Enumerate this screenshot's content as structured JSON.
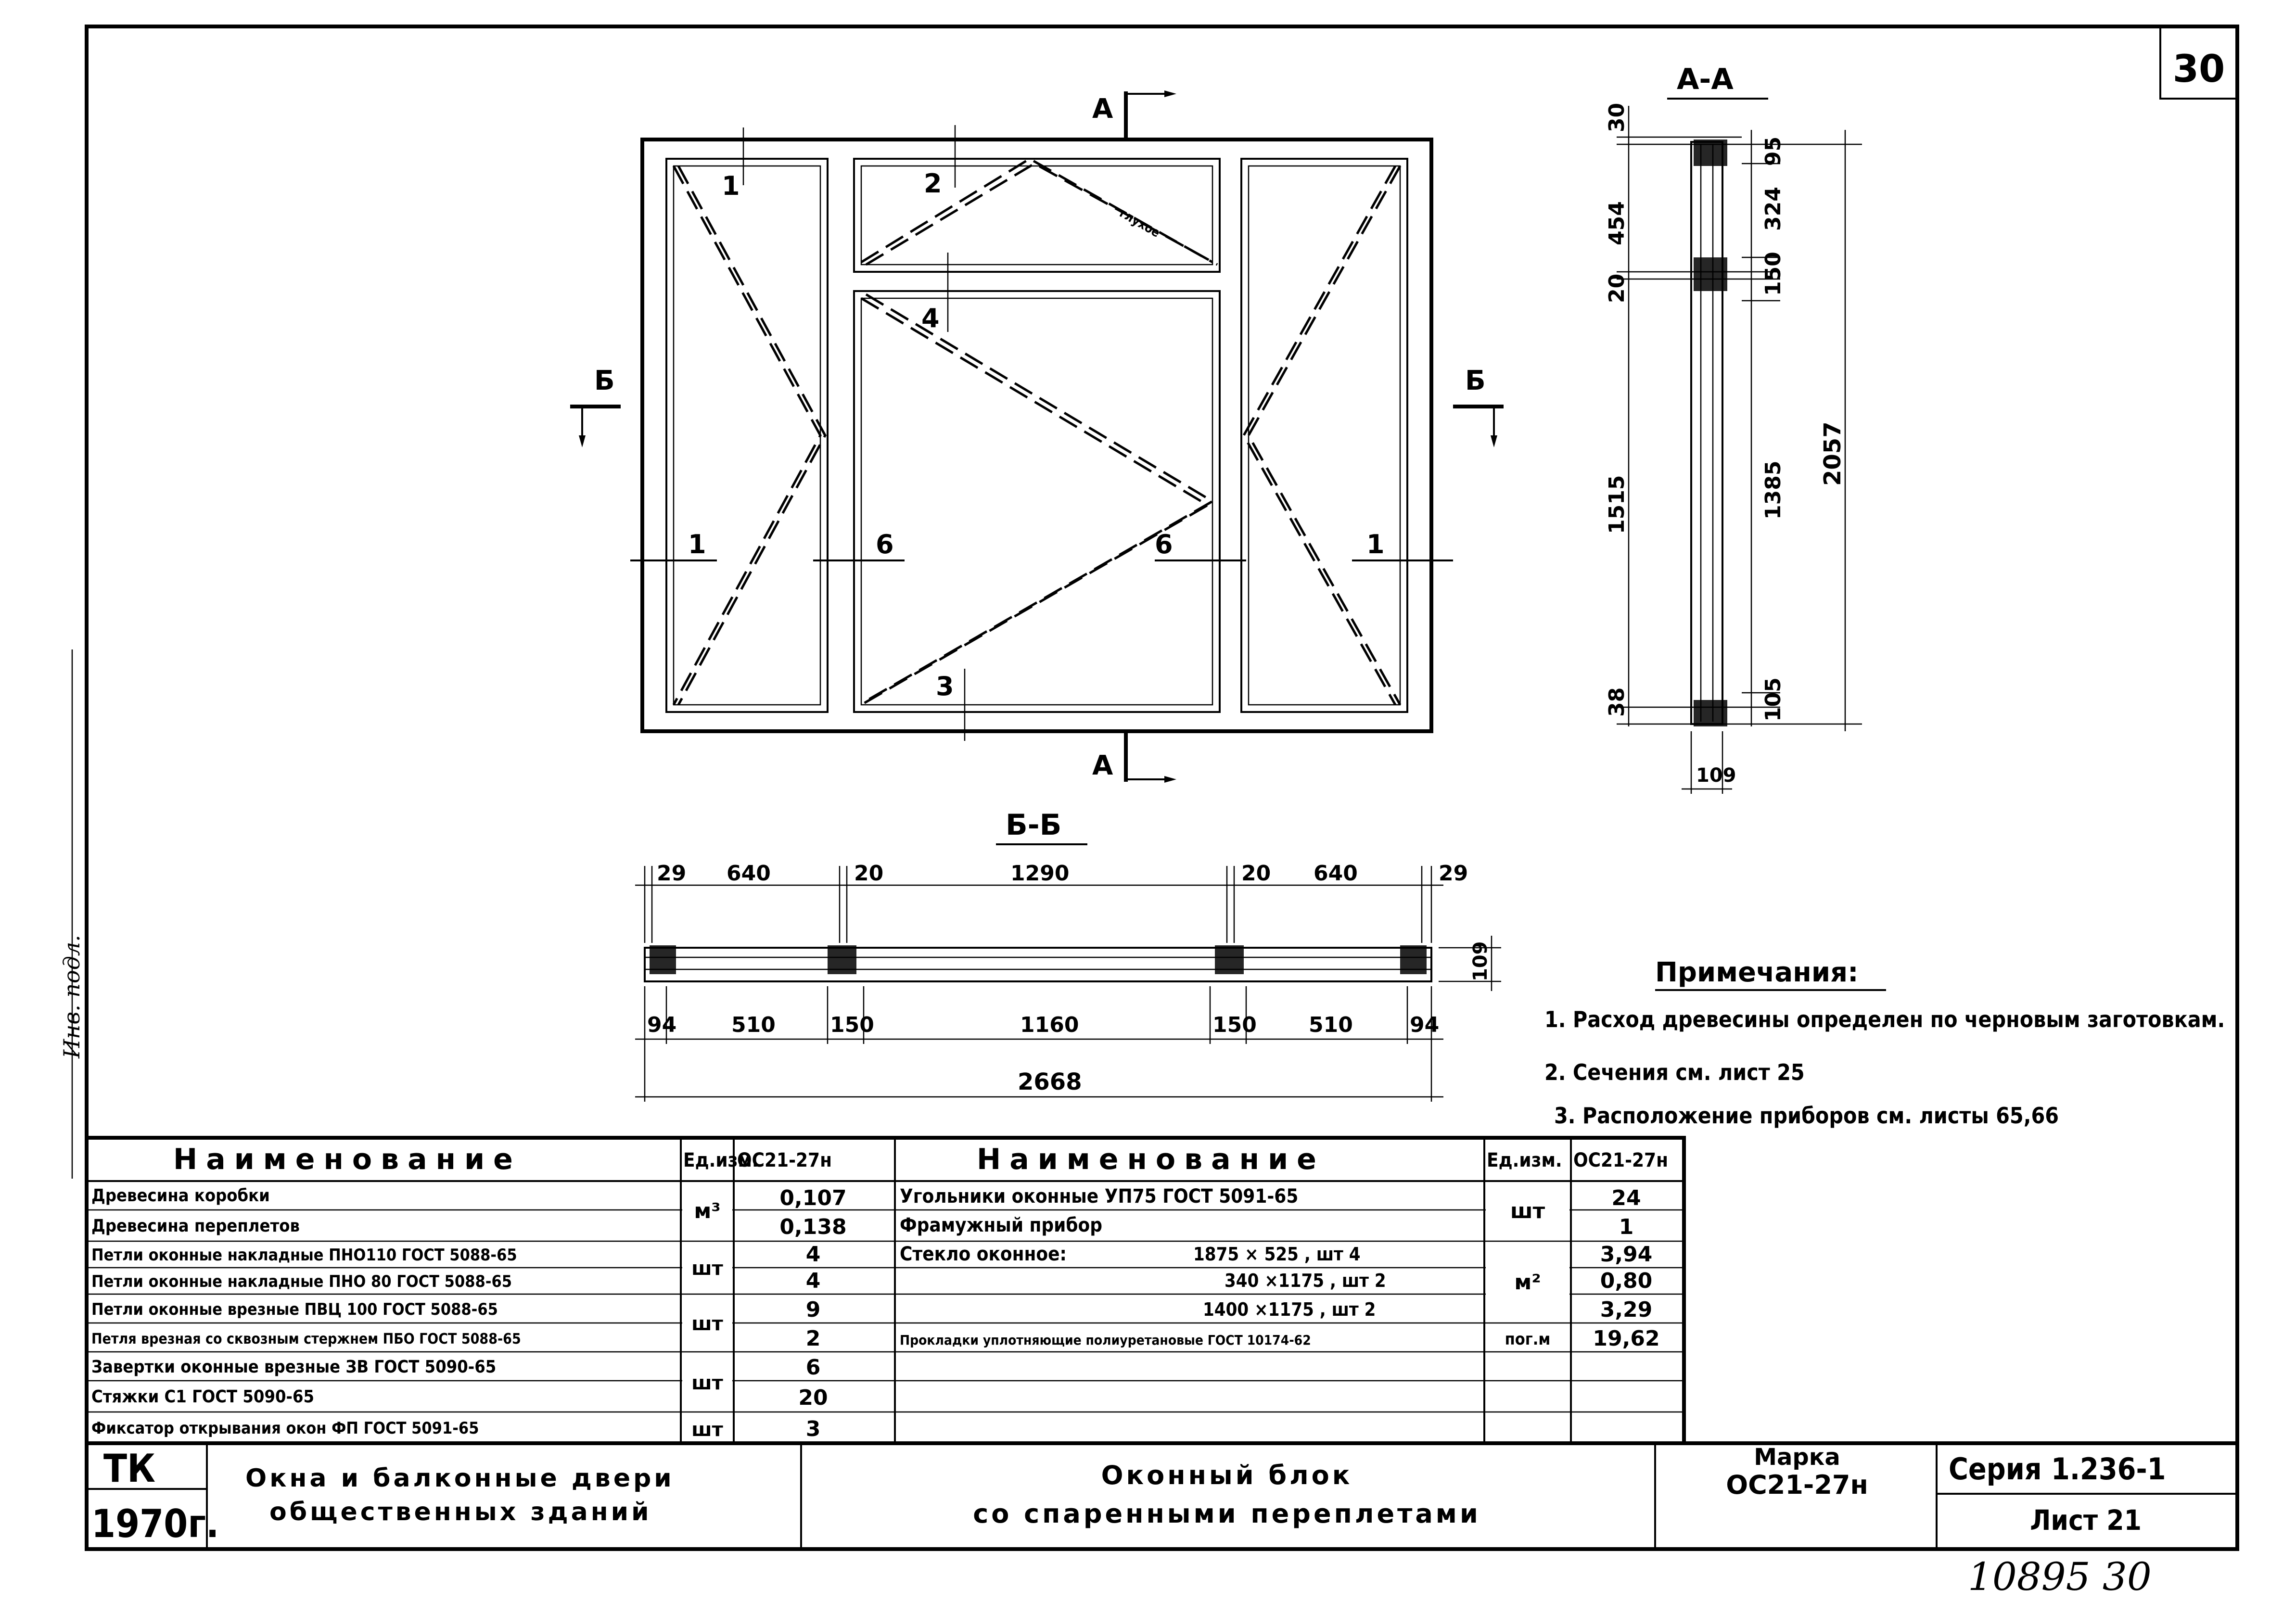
{
  "sheet_number": "30",
  "sections": {
    "aa_title": "А-А",
    "bb_title": "Б-Б",
    "cut_a_top": "А",
    "cut_a_bottom": "А",
    "cut_b_left": "Б",
    "cut_b_right": "Б"
  },
  "elevation": {
    "pane_marks": [
      "1",
      "2",
      "4",
      "3"
    ],
    "cut_marks": [
      "1",
      "6",
      "6",
      "1"
    ],
    "sash_label": "глухое"
  },
  "aa_dimensions": {
    "left": [
      "30",
      "454",
      "20",
      "1515",
      "38"
    ],
    "right": [
      "95",
      "324",
      "150",
      "1385",
      "105"
    ],
    "total": "2057",
    "depth": "109"
  },
  "bb_dimensions": {
    "top": [
      "29",
      "640",
      "20",
      "1290",
      "20",
      "640",
      "29"
    ],
    "bottom": [
      "94",
      "510",
      "150",
      "1160",
      "150",
      "510",
      "94"
    ],
    "total": "2668",
    "depth": "109"
  },
  "notes": {
    "title": "Примечания:",
    "items": [
      "1. Расход древесины определен по черновым заготовкам.",
      "2. Сечения см. лист 25",
      "3. Расположение приборов см. листы 65,66"
    ]
  },
  "spec": {
    "headers": {
      "name": "Наименование",
      "unit": "Ед.изм.",
      "mark": "ОС21-27н"
    },
    "left_rows": [
      {
        "name": "Древесина коробки",
        "value": "0,107"
      },
      {
        "name": "Древесина переплетов",
        "value": "0,138"
      },
      {
        "name": "Петли оконные накладные ПНО110 ГОСТ 5088-65",
        "value": "4"
      },
      {
        "name": "Петли оконные накладные ПНО 80 ГОСТ 5088-65",
        "value": "4"
      },
      {
        "name": "Петли оконные врезные ПВЦ 100 ГОСТ 5088-65",
        "value": "9"
      },
      {
        "name": "Петля врезная со сквозным стержнем ПБО ГОСТ 5088-65",
        "value": "2"
      },
      {
        "name": "Завертки оконные врезные ЗВ ГОСТ 5090-65",
        "value": "6"
      },
      {
        "name": "Стяжки С1 ГОСТ 5090-65",
        "value": "20"
      },
      {
        "name": "Фиксатор открывания окон ФП ГОСТ 5091-65",
        "value": "3"
      }
    ],
    "left_units": [
      "м³",
      "шт",
      "шт",
      "шт",
      "шт"
    ],
    "right_rows": [
      {
        "name": "Угольники оконные УП75 ГОСТ 5091-65",
        "sub": "",
        "value": "24"
      },
      {
        "name": "Фрамужный прибор",
        "sub": "",
        "value": "1"
      },
      {
        "name": "Стекло оконное:",
        "sub": "1875 × 525 , шт 4",
        "value": "3,94"
      },
      {
        "name": "",
        "sub": "340 ×1175 , шт 2",
        "value": "0,80"
      },
      {
        "name": "",
        "sub": "1400 ×1175 , шт 2",
        "value": "3,29"
      },
      {
        "name": "Прокладки уплотняющие полиуретановые ГОСТ 10174-62",
        "sub": "",
        "value": "19,62"
      }
    ],
    "right_units": [
      "шт",
      "м²",
      "пог.м"
    ]
  },
  "title_block": {
    "org": "ТК",
    "year": "1970г.",
    "project_line1": "Окна и балконные двери",
    "project_line2": "общественных зданий",
    "drawing_line1": "Оконный блок",
    "drawing_line2": "со спаренными переплетами",
    "mark_label": "Марка",
    "mark_value": "ОС21-27н",
    "series": "Серия 1.236-1",
    "sheet": "Лист 21"
  },
  "footer_handwritten": "10895 30",
  "margin_note": "Инв. подл."
}
